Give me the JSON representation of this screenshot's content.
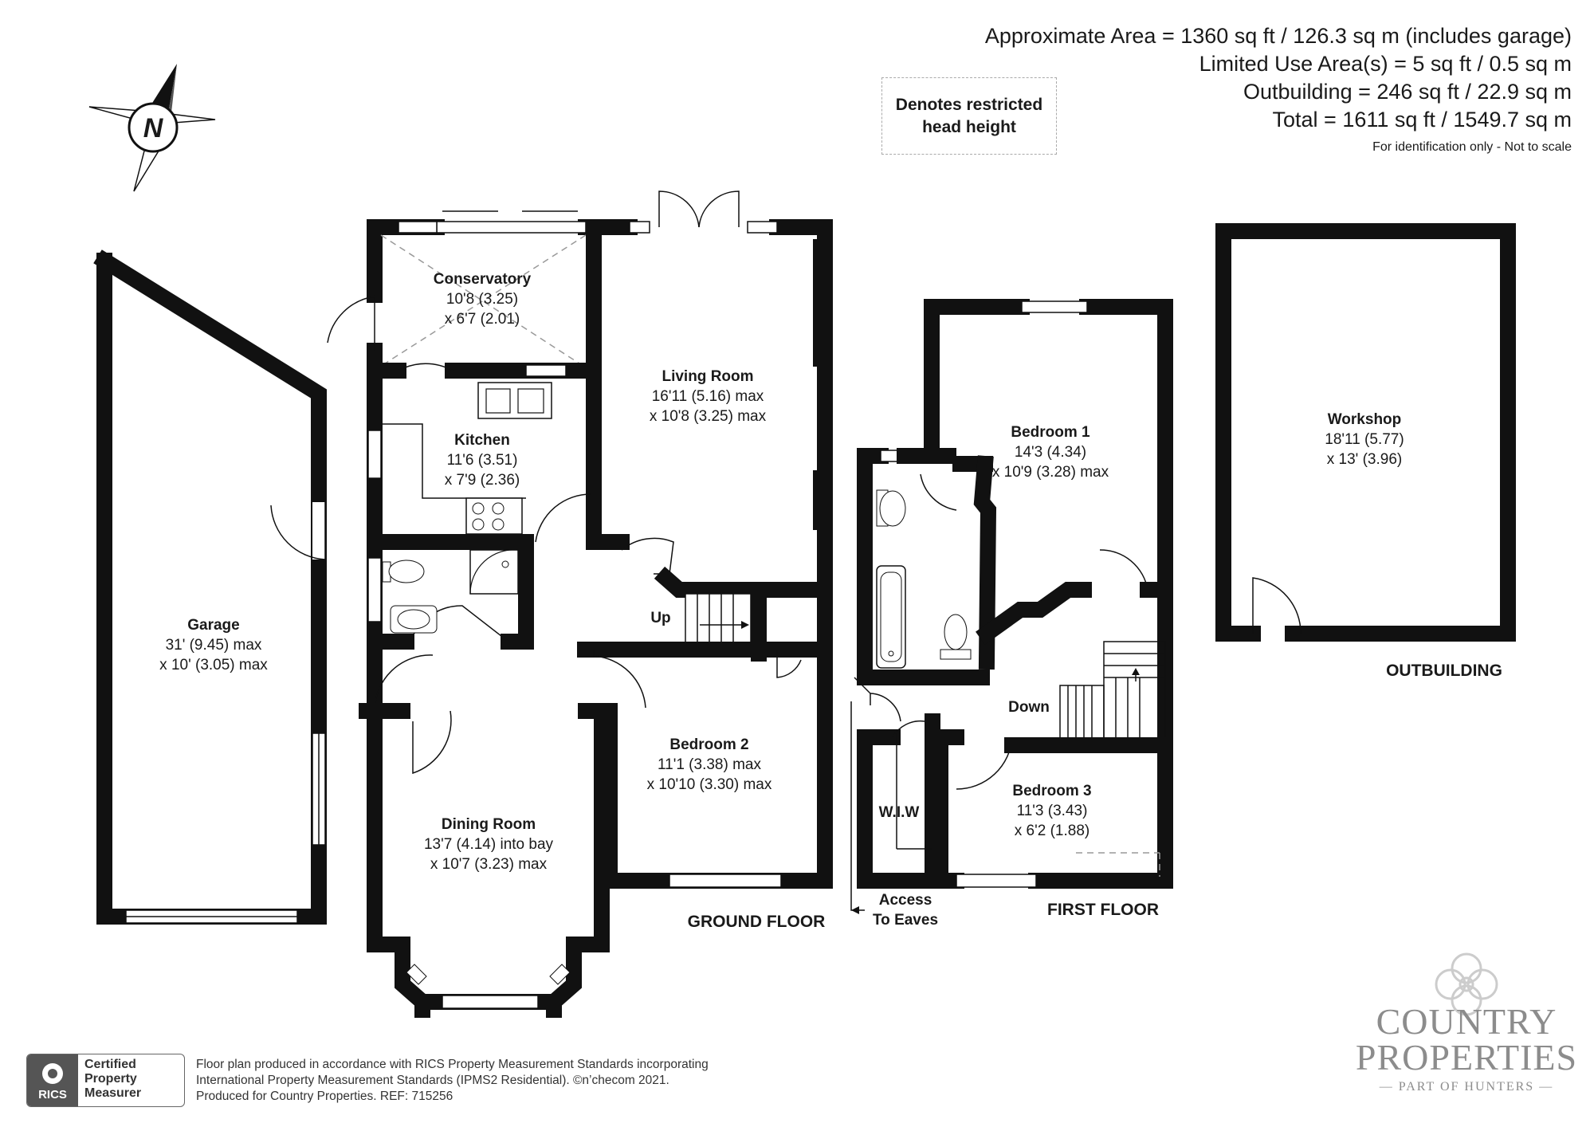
{
  "areas": {
    "approximate": "Approximate Area = 1360 sq ft / 126.3 sq m (includes garage)",
    "limited_use": "Limited Use Area(s) = 5 sq ft / 0.5 sq m",
    "outbuilding": "Outbuilding = 246 sq ft / 22.9 sq m",
    "total": "Total = 1611 sq ft / 1549.7 sq m",
    "disclaimer": "For identification only - Not to scale"
  },
  "legend": {
    "text": "Denotes restricted\nhead height"
  },
  "compass": {
    "label": "N"
  },
  "rooms": {
    "garage": {
      "name": "Garage",
      "dim1": "31' (9.45) max",
      "dim2": "x 10' (3.05) max"
    },
    "conservatory": {
      "name": "Conservatory",
      "dim1": "10'8 (3.25)",
      "dim2": "x 6'7 (2.01)"
    },
    "kitchen": {
      "name": "Kitchen",
      "dim1": "11'6 (3.51)",
      "dim2": "x 7'9 (2.36)"
    },
    "living": {
      "name": "Living Room",
      "dim1": "16'11 (5.16) max",
      "dim2": "x 10'8 (3.25) max"
    },
    "dining": {
      "name": "Dining Room",
      "dim1": "13'7 (4.14) into bay",
      "dim2": "x 10'7 (3.23) max"
    },
    "bedroom2": {
      "name": "Bedroom 2",
      "dim1": "11'1 (3.38) max",
      "dim2": "x 10'10 (3.30) max"
    },
    "bedroom1": {
      "name": "Bedroom 1",
      "dim1": "14'3 (4.34)",
      "dim2": "x 10'9 (3.28) max"
    },
    "bedroom3": {
      "name": "Bedroom 3",
      "dim1": "11'3 (3.43)",
      "dim2": "x 6'2 (1.88)"
    },
    "workshop": {
      "name": "Workshop",
      "dim1": "18'11 (5.77)",
      "dim2": "x 13' (3.96)"
    },
    "wiw": {
      "name": "W.I.W"
    }
  },
  "labels": {
    "up": "Up",
    "down": "Down",
    "access_1": "Access",
    "access_2": "To Eaves",
    "ground_floor": "GROUND FLOOR",
    "first_floor": "FIRST FLOOR",
    "outbuilding": "OUTBUILDING"
  },
  "footer": {
    "text": "Floor plan produced in accordance with RICS Property Measurement Standards incorporating\nInternational Property Measurement Standards (IPMS2 Residential).   ©n’checom 2021.\nProduced for Country Properties.   REF: 715256",
    "rics": "RICS",
    "certified": "Certified\nProperty\nMeasurer"
  },
  "brand": {
    "line1": "COUNTRY",
    "line2": "PROPERTIES",
    "line3": "— PART OF HUNTERS —"
  }
}
